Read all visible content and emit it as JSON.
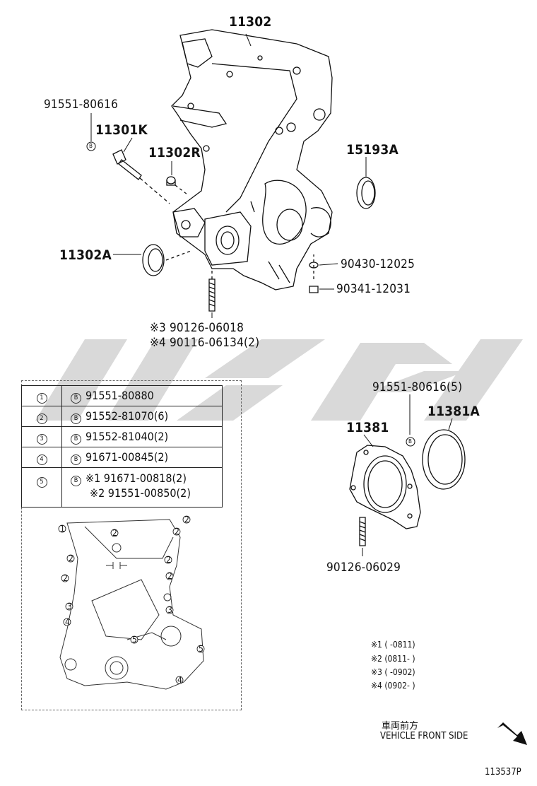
{
  "labels": {
    "p11302": "11302",
    "p91551_80616": "91551-80616",
    "p11301K": "11301K",
    "p11302R": "11302R",
    "p15193A": "15193A",
    "p11302A": "11302A",
    "p90430": "90430-12025",
    "p90341": "90341-12031",
    "p90126_06018": "※3 90126-06018",
    "p90116": "※4 90116-06134(2)",
    "p91551_80616_5": "91551-80616(5)",
    "p11381": "11381",
    "p11381A": "11381A",
    "p90126_06029": "90126-06029",
    "b_marker": "B"
  },
  "bolt_table": [
    {
      "no": "1",
      "b": "B",
      "part": "91551-80880"
    },
    {
      "no": "2",
      "b": "B",
      "part": "91552-81070(6)"
    },
    {
      "no": "3",
      "b": "B",
      "part": "91552-81040(2)"
    },
    {
      "no": "4",
      "b": "B",
      "part": "91671-00845(2)"
    },
    {
      "no": "5",
      "b": "B",
      "part": "※1 91671-00818(2)",
      "part2": "※2 91551-00850(2)"
    }
  ],
  "notes": [
    "※1 (      -0811)",
    "※2 (0811-      )",
    "※3 (      -0902)",
    "※4 (0902-      )"
  ],
  "direction": {
    "jp": "車両前方",
    "en": "VEHICLE FRONT SIDE"
  },
  "figure_id": "113537P",
  "inset_numbers": [
    "1",
    "2",
    "2",
    "2",
    "2",
    "2",
    "2",
    "2",
    "3",
    "3",
    "4",
    "4",
    "5",
    "5"
  ]
}
